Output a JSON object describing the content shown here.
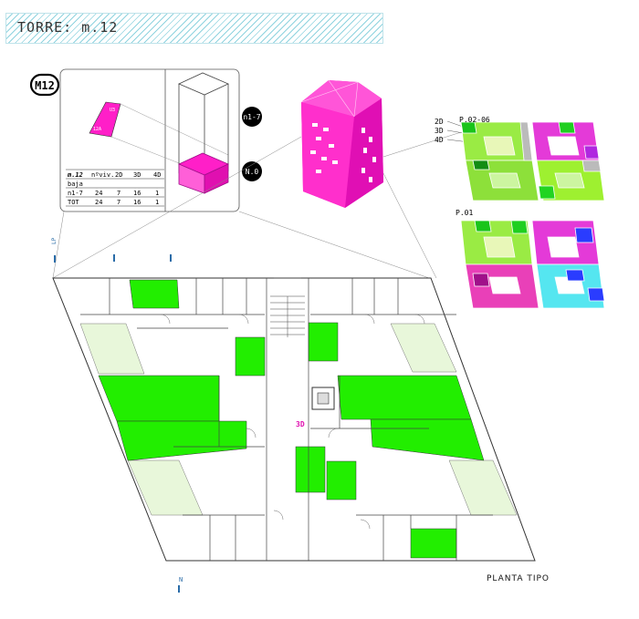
{
  "header": {
    "title": "TORRE: m.12"
  },
  "badge": {
    "text": "M12"
  },
  "markers": {
    "levels_upper": "n1-7",
    "level_ground": "N.0"
  },
  "iso_tags": {
    "top_unit": "U3",
    "side_unit": "12A"
  },
  "unit_table": {
    "headers": [
      "m.12",
      "nºviv.",
      "2D",
      "3D",
      "4D"
    ],
    "rows": [
      [
        "baja",
        "",
        "",
        "",
        ""
      ],
      [
        "n1-7",
        "24",
        "7",
        "16",
        "1"
      ],
      [
        "TOT",
        "24",
        "7",
        "16",
        "1"
      ]
    ]
  },
  "legend": {
    "items": [
      "2D",
      "3D",
      "4D"
    ]
  },
  "diagrams": {
    "upper_label": "P.02-06",
    "lower_label": "P.01"
  },
  "plan": {
    "core_label": "3D",
    "north": "N",
    "axis_tag": "LP"
  },
  "footer": {
    "label": "PLANTA TIPO"
  },
  "colors": {
    "highlight_green": "#22ee00",
    "light_green": "#e8f7da",
    "magenta": "#ff1fc8",
    "cyan": "#55e6f0",
    "blue": "#2a3cff",
    "lime": "#b9f000",
    "hatch": "#8fd3df"
  }
}
